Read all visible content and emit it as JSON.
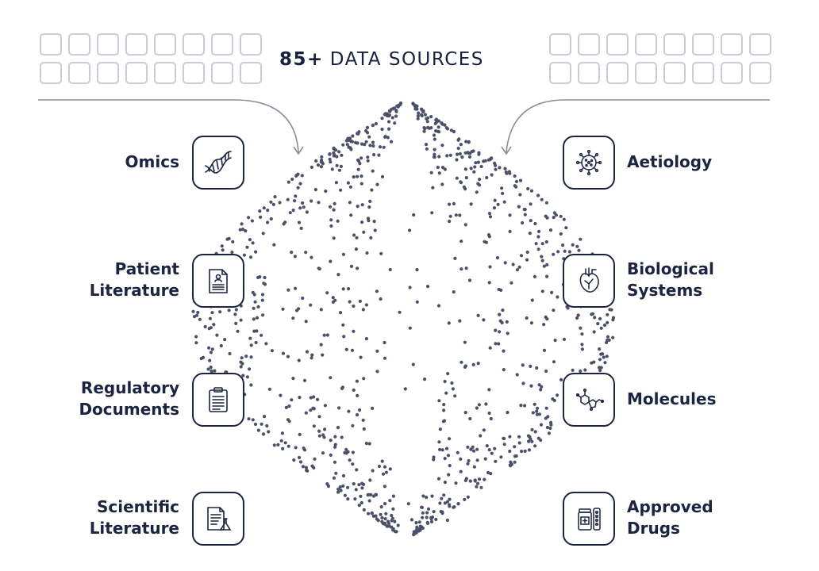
{
  "header": {
    "count": "85+",
    "title": "DATA SOURCES"
  },
  "left_sources": [
    {
      "lines": [
        "Omics"
      ],
      "icon": "dna-icon"
    },
    {
      "lines": [
        "Patient",
        "Literature"
      ],
      "icon": "patient-document-icon"
    },
    {
      "lines": [
        "Regulatory",
        "Documents"
      ],
      "icon": "clipboard-icon"
    },
    {
      "lines": [
        "Scientific",
        "Literature"
      ],
      "icon": "science-document-icon"
    }
  ],
  "right_sources": [
    {
      "lines": [
        "Aetiology"
      ],
      "icon": "virus-icon"
    },
    {
      "lines": [
        "Biological",
        "Systems"
      ],
      "icon": "heart-icon"
    },
    {
      "lines": [
        "Molecules"
      ],
      "icon": "molecule-icon"
    },
    {
      "lines": [
        "Approved",
        "Drugs"
      ],
      "icon": "medicine-icon"
    }
  ],
  "colors": {
    "ink": "#1b2440",
    "dots": "#4a5068",
    "placeholder_border": "#c9cdd3",
    "line": "#8a8f9c"
  }
}
